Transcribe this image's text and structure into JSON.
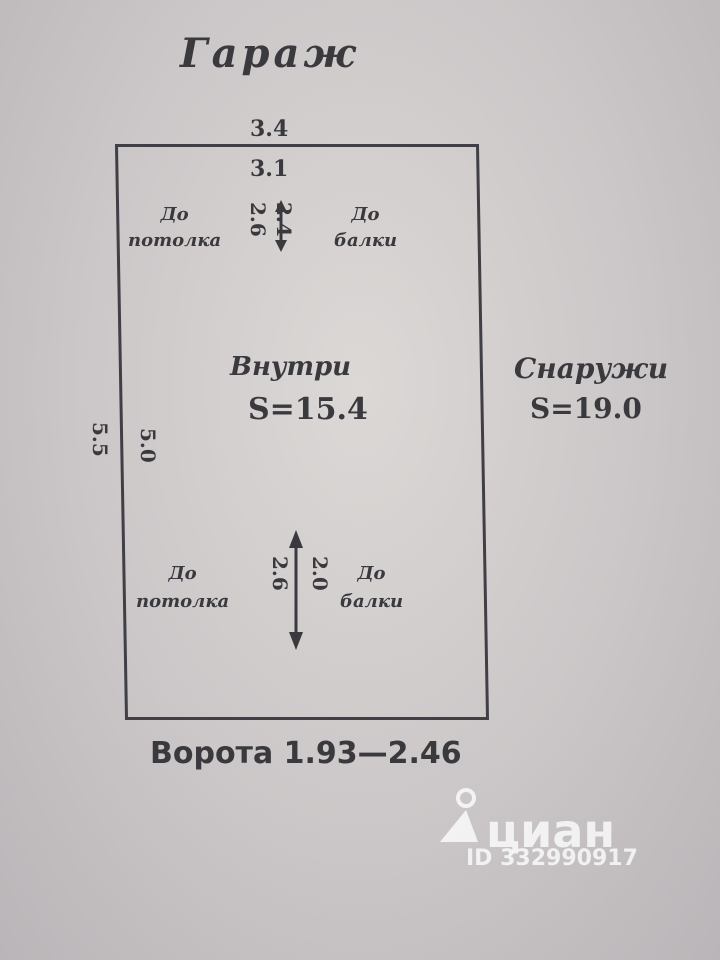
{
  "plan": {
    "title": "Гараж",
    "outer_width": "3.4",
    "inner_width": "3.1",
    "left_top_label": "До\nпотолка",
    "right_top_label": "До\nбалки",
    "height_top_left": "2.6",
    "height_top_right": "2.4",
    "left_bottom_label": "До\nпотолка",
    "right_bottom_label": "До\nбалки",
    "height_bottom_left": "2.6",
    "height_bottom_right": "2.0",
    "length_outer": "5.5",
    "length_inner": "5.0",
    "inside_label": "Внутри",
    "inside_area": "S=15.4",
    "outside_label": "Снаружи",
    "outside_area": "S=19.0",
    "gates": "Ворота 1.93—2.46"
  },
  "watermark": {
    "brand": "циан",
    "listing_id": "ID 332990917",
    "icon": "location-pin-icon"
  },
  "colors": {
    "ink": "#3a3a3e",
    "paper": "#d4d0cf"
  }
}
